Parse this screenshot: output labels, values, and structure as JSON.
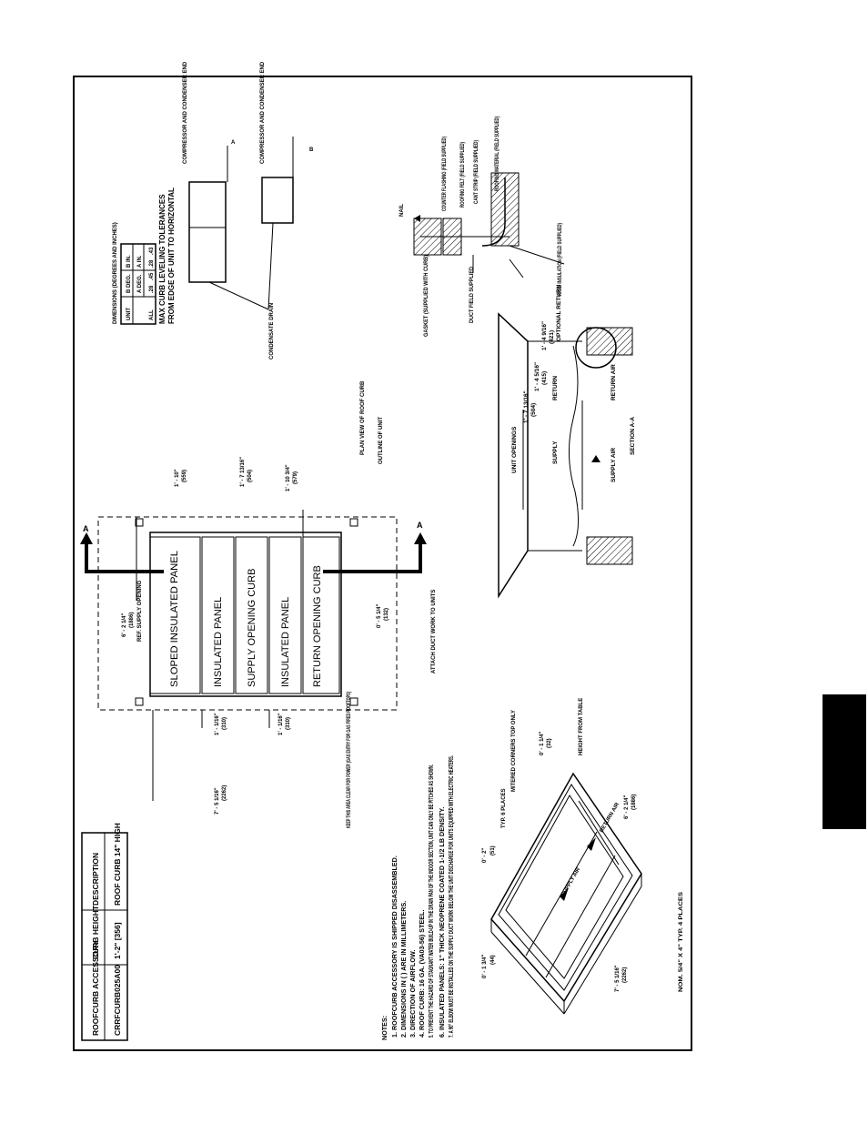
{
  "table": {
    "headers": [
      "ROOFCURB ACCESSORY",
      "CURB HEIGHT",
      "DESCRIPTION"
    ],
    "row": [
      "CRRFCURB025A00",
      "1'-2\" [356]",
      "ROOF CURB 14\" HIGH"
    ]
  },
  "notes": {
    "title": "NOTES:",
    "items": [
      "1. ROOFCURB ACCESSORY IS SHIPPED DISASSEMBLED.",
      "2. DIMENSIONS IN ( ) ARE IN MILLIMETERS.",
      "3. DIRECTION OF AIRFLOW.",
      "4. ROOF CURB: 16 GA. (VA03-56) STEEL.",
      "5. TO PREVENT THE HAZARD OF STAGNANT WATER BUILD-UP IN THE DRAIN PAN OF THE INDOOR SECTION, UNIT CAN ONLY BE PITCHED AS SHOWN.",
      "6. INSULATED PANELS: 1\" THICK NEOPRENE COATED 1-1/2 LB DENSITY.",
      "7. A 90° ELBOW MUST BE INSTALLED ON THE SUPPLY DUCT WORK BELOW THE UNIT DISCHARGE FOR UNITS EQUIPPED WITH ELECTRIC HEATERS."
    ]
  },
  "iso": {
    "dims": [
      "0' - 1 3/4\"",
      "(44)",
      "0' - 2\"",
      "(51)",
      "TYP. 6 PLACES",
      "MITERED CORNERS TOP ONLY",
      "0' - 1 1/4\"",
      "(32)",
      "HEIGHT FROM TABLE",
      "7' - 5 1/16\"",
      "(2262)",
      "6' - 2 1/4\"",
      "(1886)",
      "NOM. 5/4\" X 4\" TYP. 4 PLACES"
    ],
    "labels": [
      "SUPPLY AIR",
      "RETURN AIR"
    ]
  },
  "plan": {
    "panels": [
      "SLOPED INSULATED PANEL",
      "INSULATED PANEL",
      "SUPPLY OPENING CURB",
      "INSULATED PANEL",
      "RETURN OPENING CURB"
    ],
    "dims": [
      "7' - 5 1/16\"",
      "(2262)",
      "1' - 1/16\"",
      "(310)",
      "1' - 1/16\"",
      "(310)",
      "6' - 2 1/4\"",
      "(1886)",
      "REF. SUPPLY OPENING",
      "0' - 5 1/4\"",
      "(132)",
      "1' - 10\"",
      "(559)",
      "1' - 7 13/16\"",
      "(504)",
      "1' - 10 3/4\"",
      "(579)"
    ],
    "labels": [
      "KEEP THIS AREA CLEAR FOR POWER (GAS ENTRY FOR GAS FIRED ROOFTOPS)",
      "ATTACH DUCT WORK TO UNITS",
      "PLAN VIEW OF ROOF CURB",
      "OUTLINE OF UNIT"
    ],
    "section_marker": "A"
  },
  "section": {
    "labels": [
      "UNIT OPENINGS",
      "SUPPLY",
      "RETURN",
      "SUPPLY AIR",
      "RETURN AIR",
      "OPTIONAL RETURN",
      "SECTION A-A"
    ],
    "dims": [
      "1' - 7 13/16\"",
      "(504)",
      "1' - 4 5/16\"",
      "(415)",
      "1' - 4 9/16\"",
      "(421)"
    ]
  },
  "level": {
    "caption": "DIMENSIONS (DEGREES AND INCHES)",
    "headers": [
      "UNIT",
      "A DEG.",
      "A IN.",
      "B DEG.",
      "B IN."
    ],
    "row": [
      "ALL",
      ".28",
      ".45",
      ".28",
      ".43"
    ],
    "title_lines": [
      "MAX CURB LEVELING TOLERANCES",
      "FROM EDGE OF UNIT TO HORIZONTAL"
    ],
    "labels": [
      "COMPRESSOR AND CONDENSER END",
      "COMPRESSOR AND CONDENSER END",
      "CONDENSATE DRAIN",
      "A",
      "B"
    ]
  },
  "detail": {
    "labels": [
      "NAIL",
      "COUNTER FLASHING (FIELD SUPPLIED)",
      "ROOFING FELT (FIELD SUPPLIED)",
      "CANT STRIP (FIELD SUPPLIED)",
      "ROOFING MATERIAL (FIELD SUPPLIED)",
      "GASKET (SUPPLIED WITH CURB)",
      "DUCT FIELD SUPPLIED",
      "RIGID INSULATION (FIELD SUPPLIED)"
    ]
  }
}
